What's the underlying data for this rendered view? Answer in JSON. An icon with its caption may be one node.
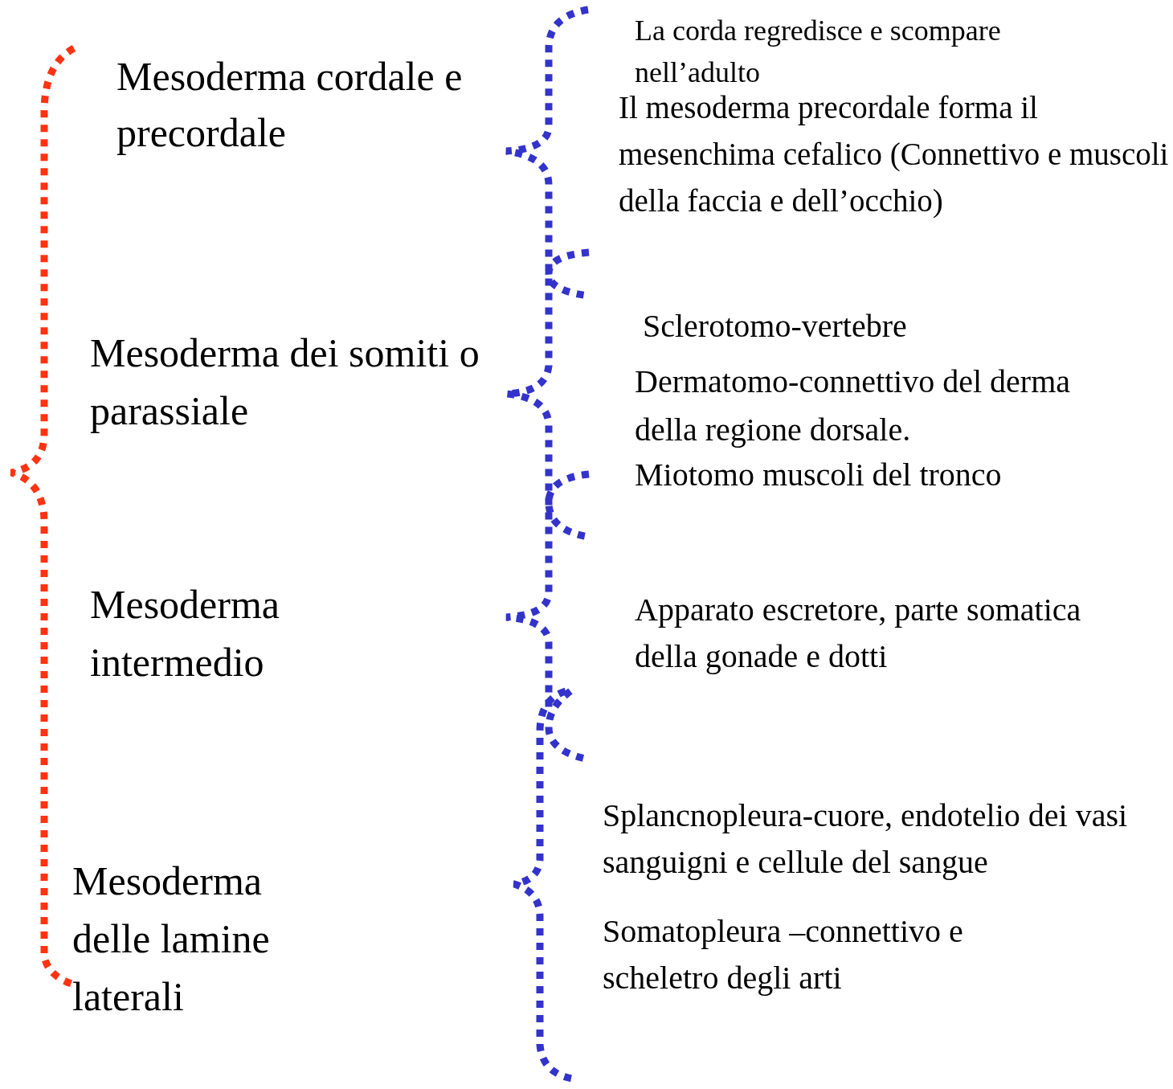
{
  "diagram": {
    "labels": [
      "Mesoderma cordale e precordale",
      "La corda regredisce e scompare nell’adulto",
      "Il mesoderma precordale forma il mesenchima cefalico (Connettivo e muscoli della faccia e dell’occhio)",
      "Sclerotomo-vertebre",
      "Mesoderma dei somiti o parassiale",
      "Dermatomo-connettivo del derma della regione dorsale.",
      "Miotomo muscoli del tronco",
      "Apparato escretore, parte somatica della gonade e dotti",
      "Mesoderma intermedio",
      "Splancnopleura-cuore, endotelio dei vasi sanguigni e cellule del sangue",
      "Somatopleura –connettivo e scheletro degli arti",
      "Mesoderma delle lamine laterali"
    ]
  }
}
